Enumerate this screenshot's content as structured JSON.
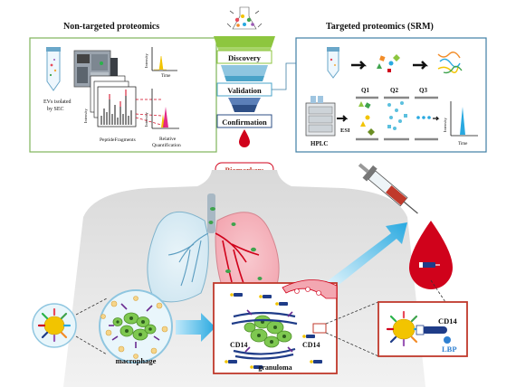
{
  "headings": {
    "non_targeted": "Non-targeted proteomics",
    "targeted": "Targeted proteomics (SRM)"
  },
  "funnel": {
    "discovery": "Discovery",
    "validation": "Validation",
    "confirmation": "Confirmation",
    "biomarkers": "Biomarkers"
  },
  "left_panel": {
    "evs_line1": "EVs isolated",
    "evs_line2": "by SEC",
    "intensity": "Intensity",
    "time": "Time",
    "peptide_fragments": "PeptideFragments",
    "relative_line1": "Relative",
    "relative_line2": "Quantification"
  },
  "right_panel": {
    "hplc": "HPLC",
    "esi": "ESI",
    "q1": "Q1",
    "q2": "Q2",
    "q3": "Q3",
    "intensity": "Intensity",
    "time": "Time"
  },
  "bottom": {
    "macrophage": "macrophage",
    "granuloma": "granuloma",
    "cd14_left": "CD14",
    "cd14_right": "CD14",
    "cd14_zoom": "CD14",
    "lbp": "LBP"
  },
  "colors": {
    "left_panel_border": "#7fb45a",
    "right_panel_border": "#3f7fa5",
    "funnel_top": "#8dc63f",
    "funnel_mid": "#4aa3c8",
    "funnel_bottom": "#2e4f86",
    "blood": "#d0021b",
    "zoom_border": "#c0392b",
    "arrow_blue": "#29a9e0"
  }
}
